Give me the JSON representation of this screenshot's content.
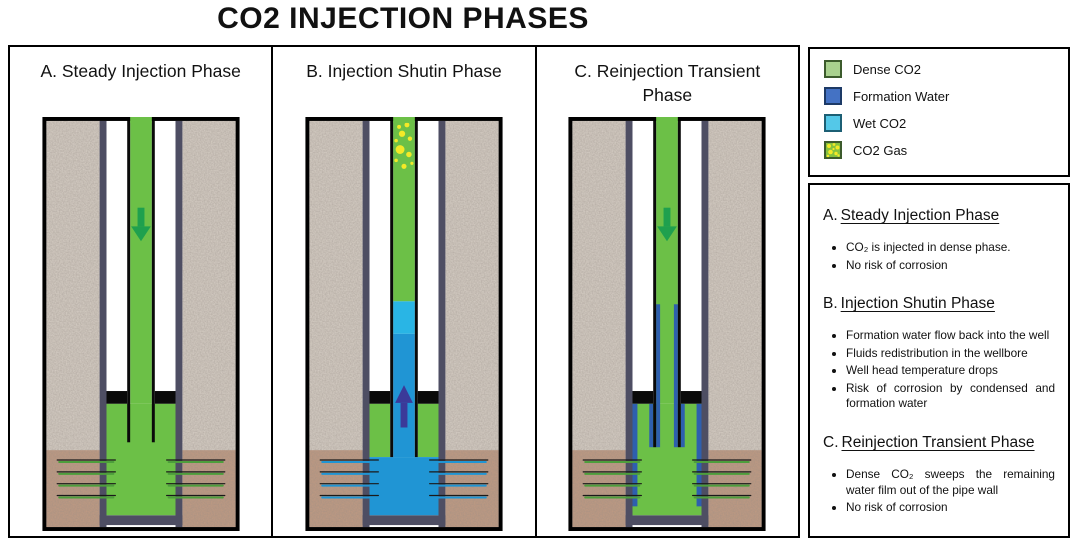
{
  "title": "CO2 INJECTION PHASES",
  "panels": [
    {
      "id": "A",
      "title": "A. Steady Injection Phase"
    },
    {
      "id": "B",
      "title": "B. Injection Shutin Phase"
    },
    {
      "id": "C",
      "title": "C. Reinjection Transient Phase"
    }
  ],
  "legend": {
    "items": [
      {
        "label": "Dense CO2"
      },
      {
        "label": "Formation Water"
      },
      {
        "label": "Wet CO2"
      },
      {
        "label": "CO2 Gas"
      }
    ]
  },
  "descriptions": {
    "sections": [
      {
        "letter": "A.",
        "title": "Steady Injection Phase",
        "bullets": [
          "CO₂ is injected in dense phase.",
          "No risk of corrosion"
        ]
      },
      {
        "letter": "B.",
        "title": "Injection Shutin Phase",
        "bullets": [
          "Formation water flow back into the well",
          "Fluids redistribution in the wellbore",
          "Well head temperature drops",
          "Risk of corrosion by condensed and formation water"
        ]
      },
      {
        "letter": "C.",
        "title": "Reinjection Transient Phase",
        "bullets": [
          "Dense CO₂ sweeps the remaining water film out of the pipe wall",
          "No risk of corrosion"
        ]
      }
    ]
  },
  "colors": {
    "dense_co2": "#A9D18E",
    "formation_water": "#4472C4",
    "wet_co2": "#54C8E8",
    "co2_gas_bg": "#86C33E",
    "gas_bubble": "#F4E927",
    "well_co2": "#6CC047",
    "well_wet": "#29B5E5",
    "well_water": "#2095D4",
    "film_blue": "#2E5FAE",
    "arrow_down": "#1FA04E",
    "arrow_up": "#3B3A99",
    "perf_green": "#4D9E3C",
    "rock": "#D8D0C7",
    "reservoir": "#C19A82",
    "casing": "#4E4E63"
  }
}
